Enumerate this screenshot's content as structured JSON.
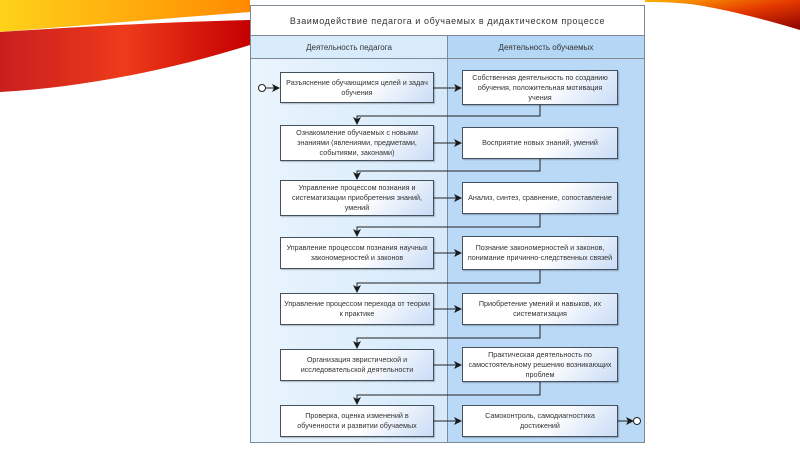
{
  "diagram": {
    "title": "Взаимодействие педагога и обучаемых в дидактическом процессе",
    "lanes": [
      {
        "header": "Деятельность педагога"
      },
      {
        "header": "Деятельность обучаемых"
      }
    ],
    "steps": [
      {
        "teacher": "Разъяснение обучающимся целей и задач обучения",
        "learner": "Собственная деятельность по созданию обучения, положительная мотивация учения"
      },
      {
        "teacher": "Ознакомление обучаемых с новыми знаниями (явлениями, предметами, событиями, законами)",
        "learner": "Восприятие новых знаний, умений"
      },
      {
        "teacher": "Управление процессом познания и систематизации приобретения знаний, умений",
        "learner": "Анализ, синтез, сравнение, сопоставление"
      },
      {
        "teacher": "Управление процессом познания научных закономерностей и законов",
        "learner": "Познание закономерностей и законов, понимание причинно-следственных связей"
      },
      {
        "teacher": "Управление процессом перехода от теории к практике",
        "learner": "Приобретение умений и навыков, их систематизация"
      },
      {
        "teacher": "Организация эвристической и исследовательской деятельности",
        "learner": "Практическая деятельность по самостоятельному решению возникающих проблем"
      },
      {
        "teacher": "Проверка, оценка изменений в обученности и развитии обучаемых",
        "learner": "Самоконтроль, самодиагностика достижений"
      }
    ]
  },
  "colors": {
    "lane_left": "#d8ebfb",
    "lane_right": "#b5d7f6",
    "box_border": "#44505c",
    "decor_red": "#d7261e",
    "decor_orange": "#f7941d",
    "decor_yellow": "#fdd835"
  }
}
